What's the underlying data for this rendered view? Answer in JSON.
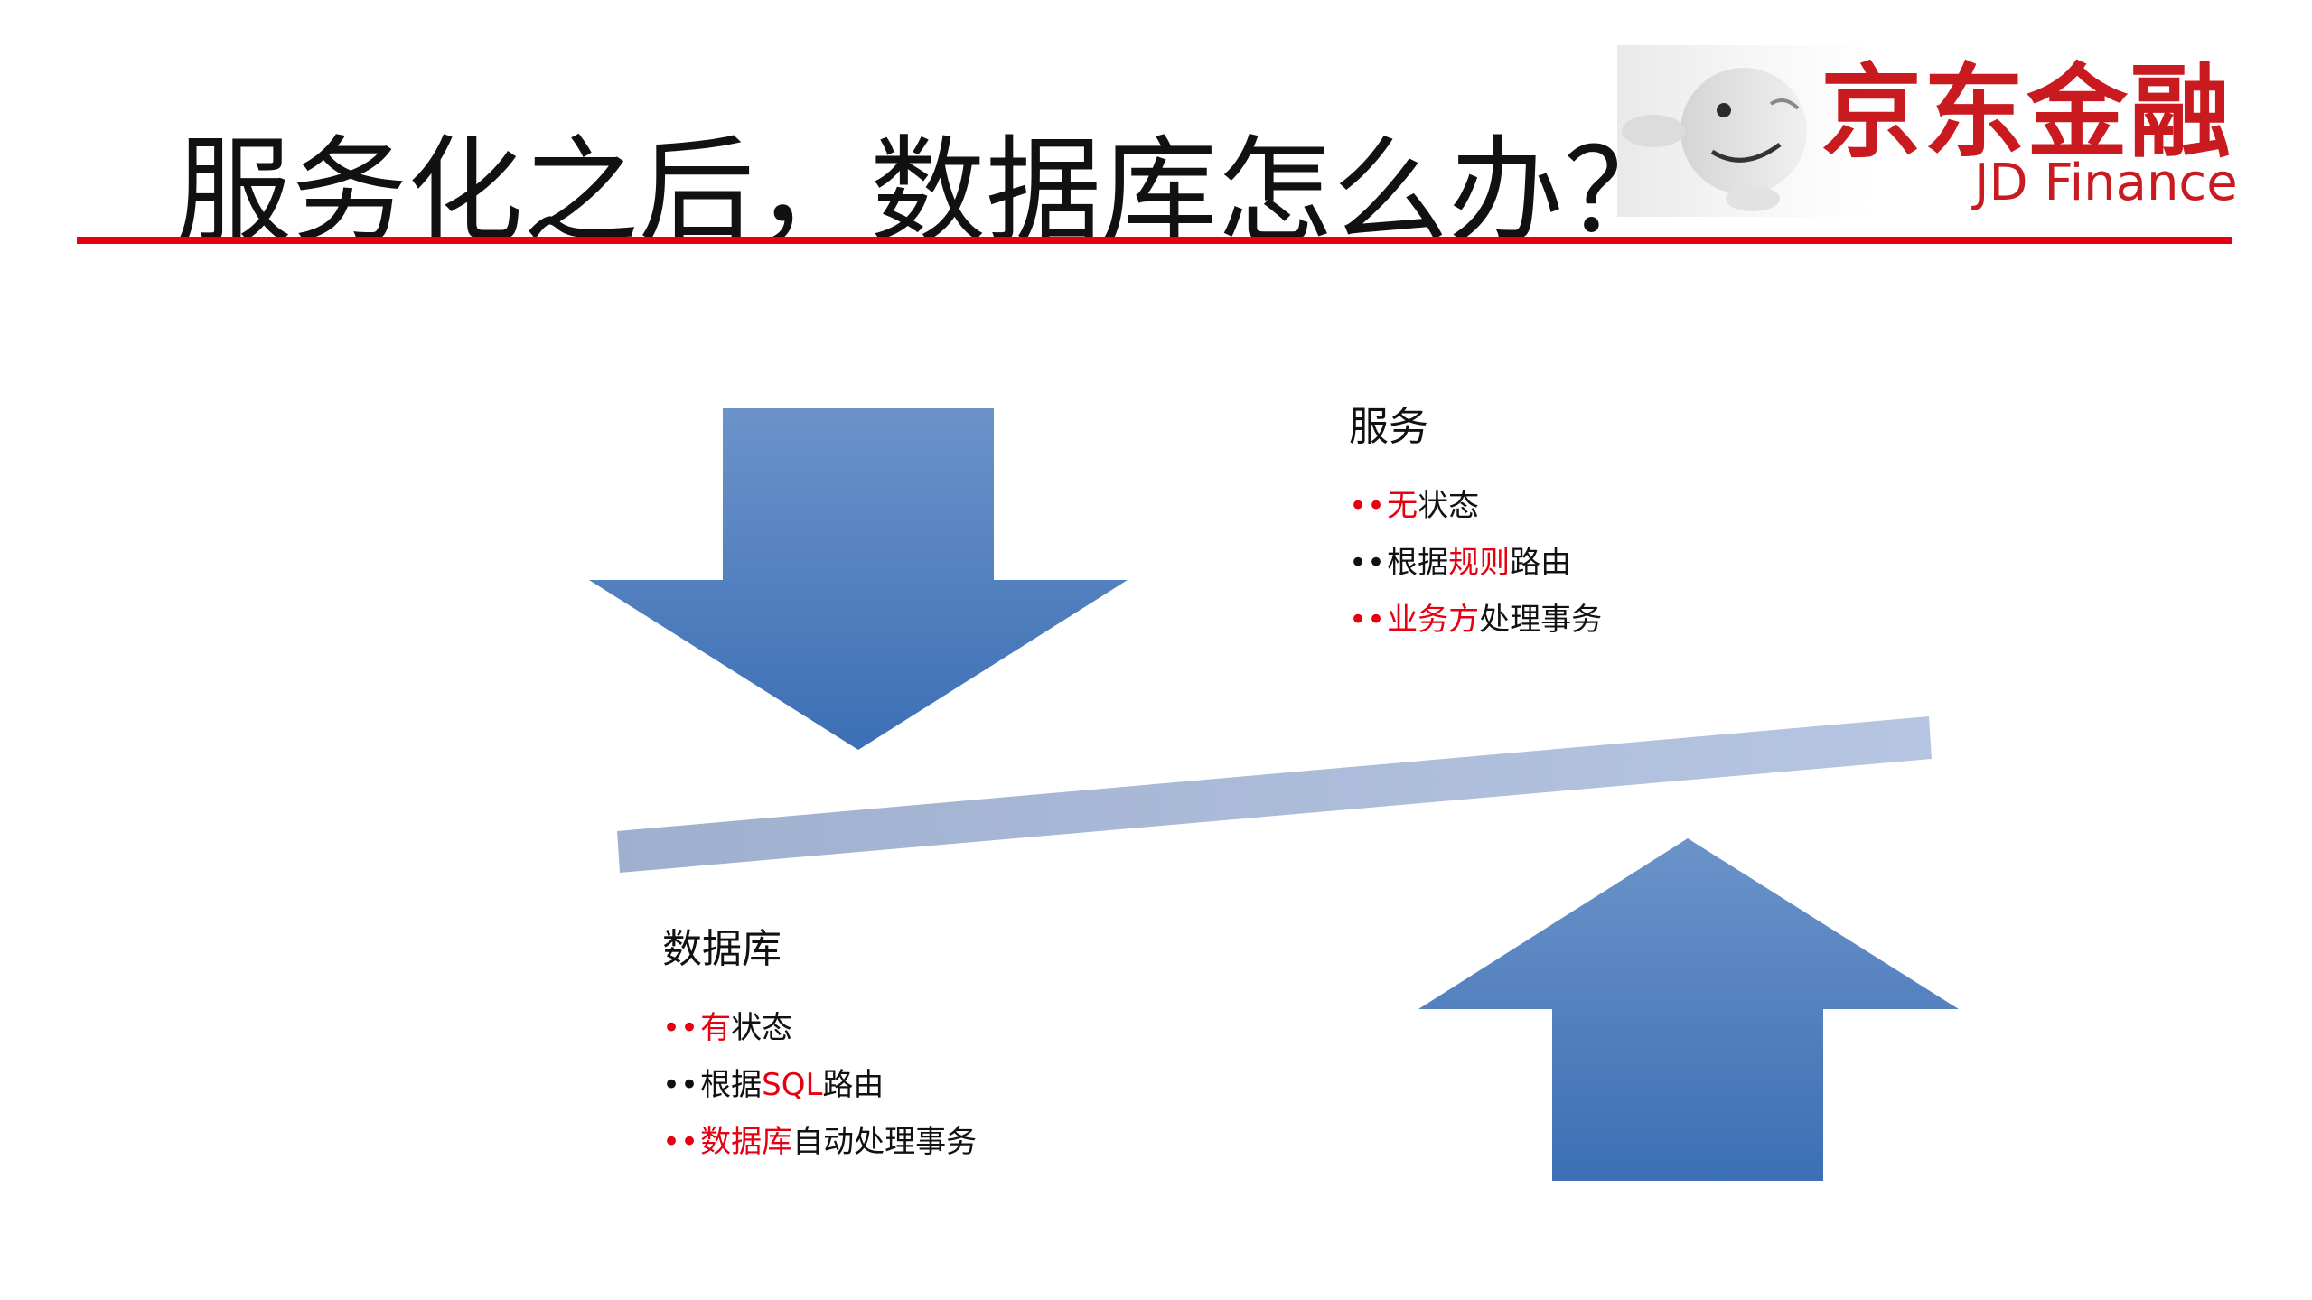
{
  "slide": {
    "title": "服务化之后，数据库怎么办？",
    "accent_color": "#e60012",
    "arrow_color": "#4a7ec4",
    "bar_color": "#aabad8"
  },
  "logo": {
    "name_cn": "京东金融",
    "name_en": "JD Finance",
    "color": "#c91a20"
  },
  "service": {
    "title": "服务",
    "bullets": [
      {
        "bullet": "••",
        "bullet_color": "red",
        "pre": "",
        "highlight": "无",
        "post": "状态"
      },
      {
        "bullet": "••",
        "bullet_color": "black",
        "pre": "根据",
        "highlight": "规则",
        "post": "路由"
      },
      {
        "bullet": "••",
        "bullet_color": "red",
        "pre": "",
        "highlight": "业务方",
        "post": "处理事务"
      }
    ]
  },
  "database": {
    "title": "数据库",
    "bullets": [
      {
        "bullet": "••",
        "bullet_color": "red",
        "pre": "",
        "highlight": "有",
        "post": "状态"
      },
      {
        "bullet": "••",
        "bullet_color": "black",
        "pre": "根据",
        "highlight": "SQL",
        "post": "路由"
      },
      {
        "bullet": "••",
        "bullet_color": "red",
        "pre": "",
        "highlight": "数据库",
        "post": "自动处理事务"
      }
    ]
  }
}
